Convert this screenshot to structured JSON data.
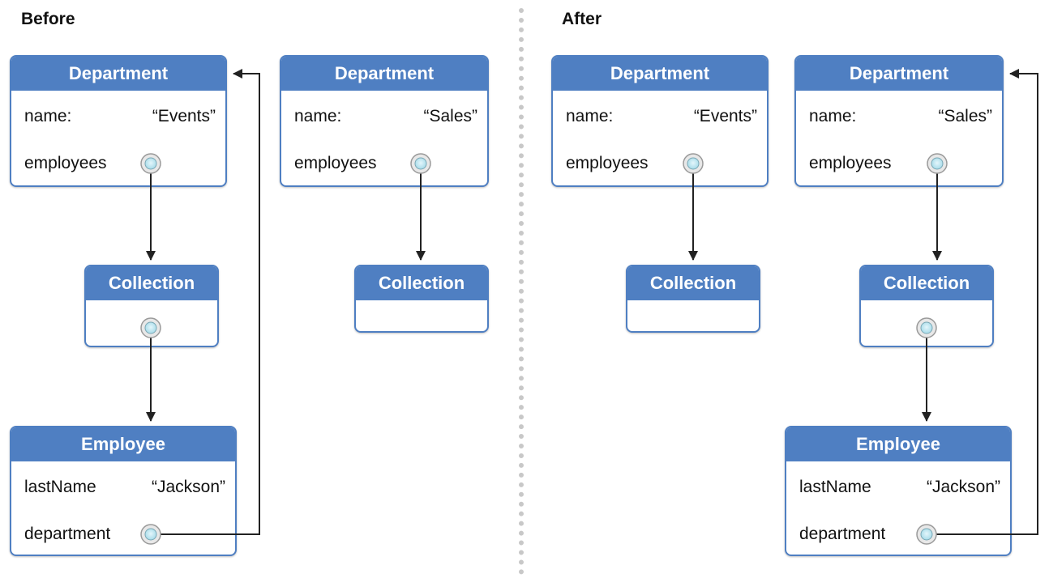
{
  "sections": {
    "before": "Before",
    "after": "After"
  },
  "labels": {
    "department": "Department",
    "collection": "Collection",
    "employee": "Employee",
    "name": "name:",
    "employees": "employees",
    "lastName": "lastName",
    "departmentField": "department"
  },
  "values": {
    "events": "“Events”",
    "sales": "“Sales”",
    "jackson": "“Jackson”"
  },
  "colors": {
    "header": "#4f7fc2",
    "port": "#bfe6f0",
    "line": "#222222"
  }
}
